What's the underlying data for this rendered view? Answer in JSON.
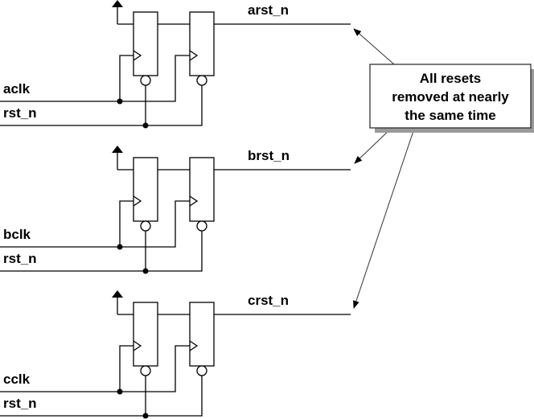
{
  "stages": [
    {
      "clock_label": "aclk",
      "reset_label": "rst_n",
      "output_label": "arst_n"
    },
    {
      "clock_label": "bclk",
      "reset_label": "rst_n",
      "output_label": "brst_n"
    },
    {
      "clock_label": "cclk",
      "reset_label": "rst_n",
      "output_label": "crst_n"
    }
  ],
  "note": {
    "lines": [
      "All resets",
      "removed at nearly",
      "the same time"
    ]
  }
}
